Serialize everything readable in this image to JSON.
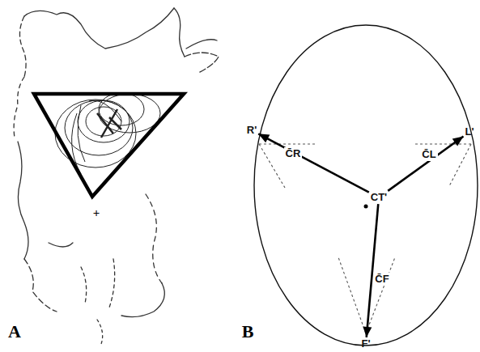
{
  "diagram": {
    "nodes": [
      {
        "text": [
          "CT'"
        ]
      },
      {
        "text": [
          "R'"
        ]
      },
      {
        "text": [
          "L'"
        ]
      },
      {
        "text": [
          "F'"
        ]
      }
    ],
    "edges": [
      {
        "from": 0,
        "to": 1,
        "arrow": "to",
        "label": "C̄R"
      },
      {
        "from": 0,
        "to": 2,
        "arrow": "to",
        "label": "C̄L"
      },
      {
        "from": 0,
        "to": 3,
        "arrow": "to",
        "label": "C̄F"
      }
    ],
    "labels": [
      "+",
      "A",
      "B"
    ]
  }
}
